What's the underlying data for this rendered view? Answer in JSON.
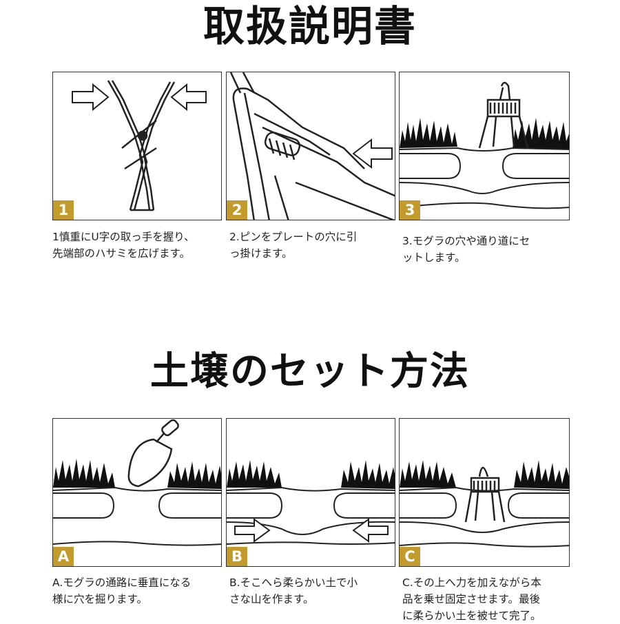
{
  "manual": {
    "title": "取扱説明書",
    "steps": [
      {
        "badge": "1",
        "caption": "1慎重にU字の取っ手を握り、\n先端部のハサミを広げます。"
      },
      {
        "badge": "2",
        "caption": "2.ピンをプレートの穴に引\nっ掛けます。"
      },
      {
        "badge": "3",
        "caption": "3.モグラの穴や通り道にセ\nットします。"
      }
    ]
  },
  "soil": {
    "title": "土壌のセット方法",
    "steps": [
      {
        "badge": "A",
        "caption": "A.モグラの通路に垂直になる\n様に穴を掘ります。"
      },
      {
        "badge": "B",
        "caption": "B.そこへら柔らかい土で小\nさな山を作ます。"
      },
      {
        "badge": "C",
        "caption": "C.その上へ力を加えながら本\n品を乗せ固定させます。最後\nに柔らかい土を被せて完了。"
      }
    ]
  },
  "colors": {
    "badge": "#c39a2c",
    "line": "#222222"
  },
  "icons": [
    "arrow-right-icon",
    "arrow-left-icon",
    "trap-tool-icon",
    "trowel-icon",
    "grass-icon"
  ]
}
